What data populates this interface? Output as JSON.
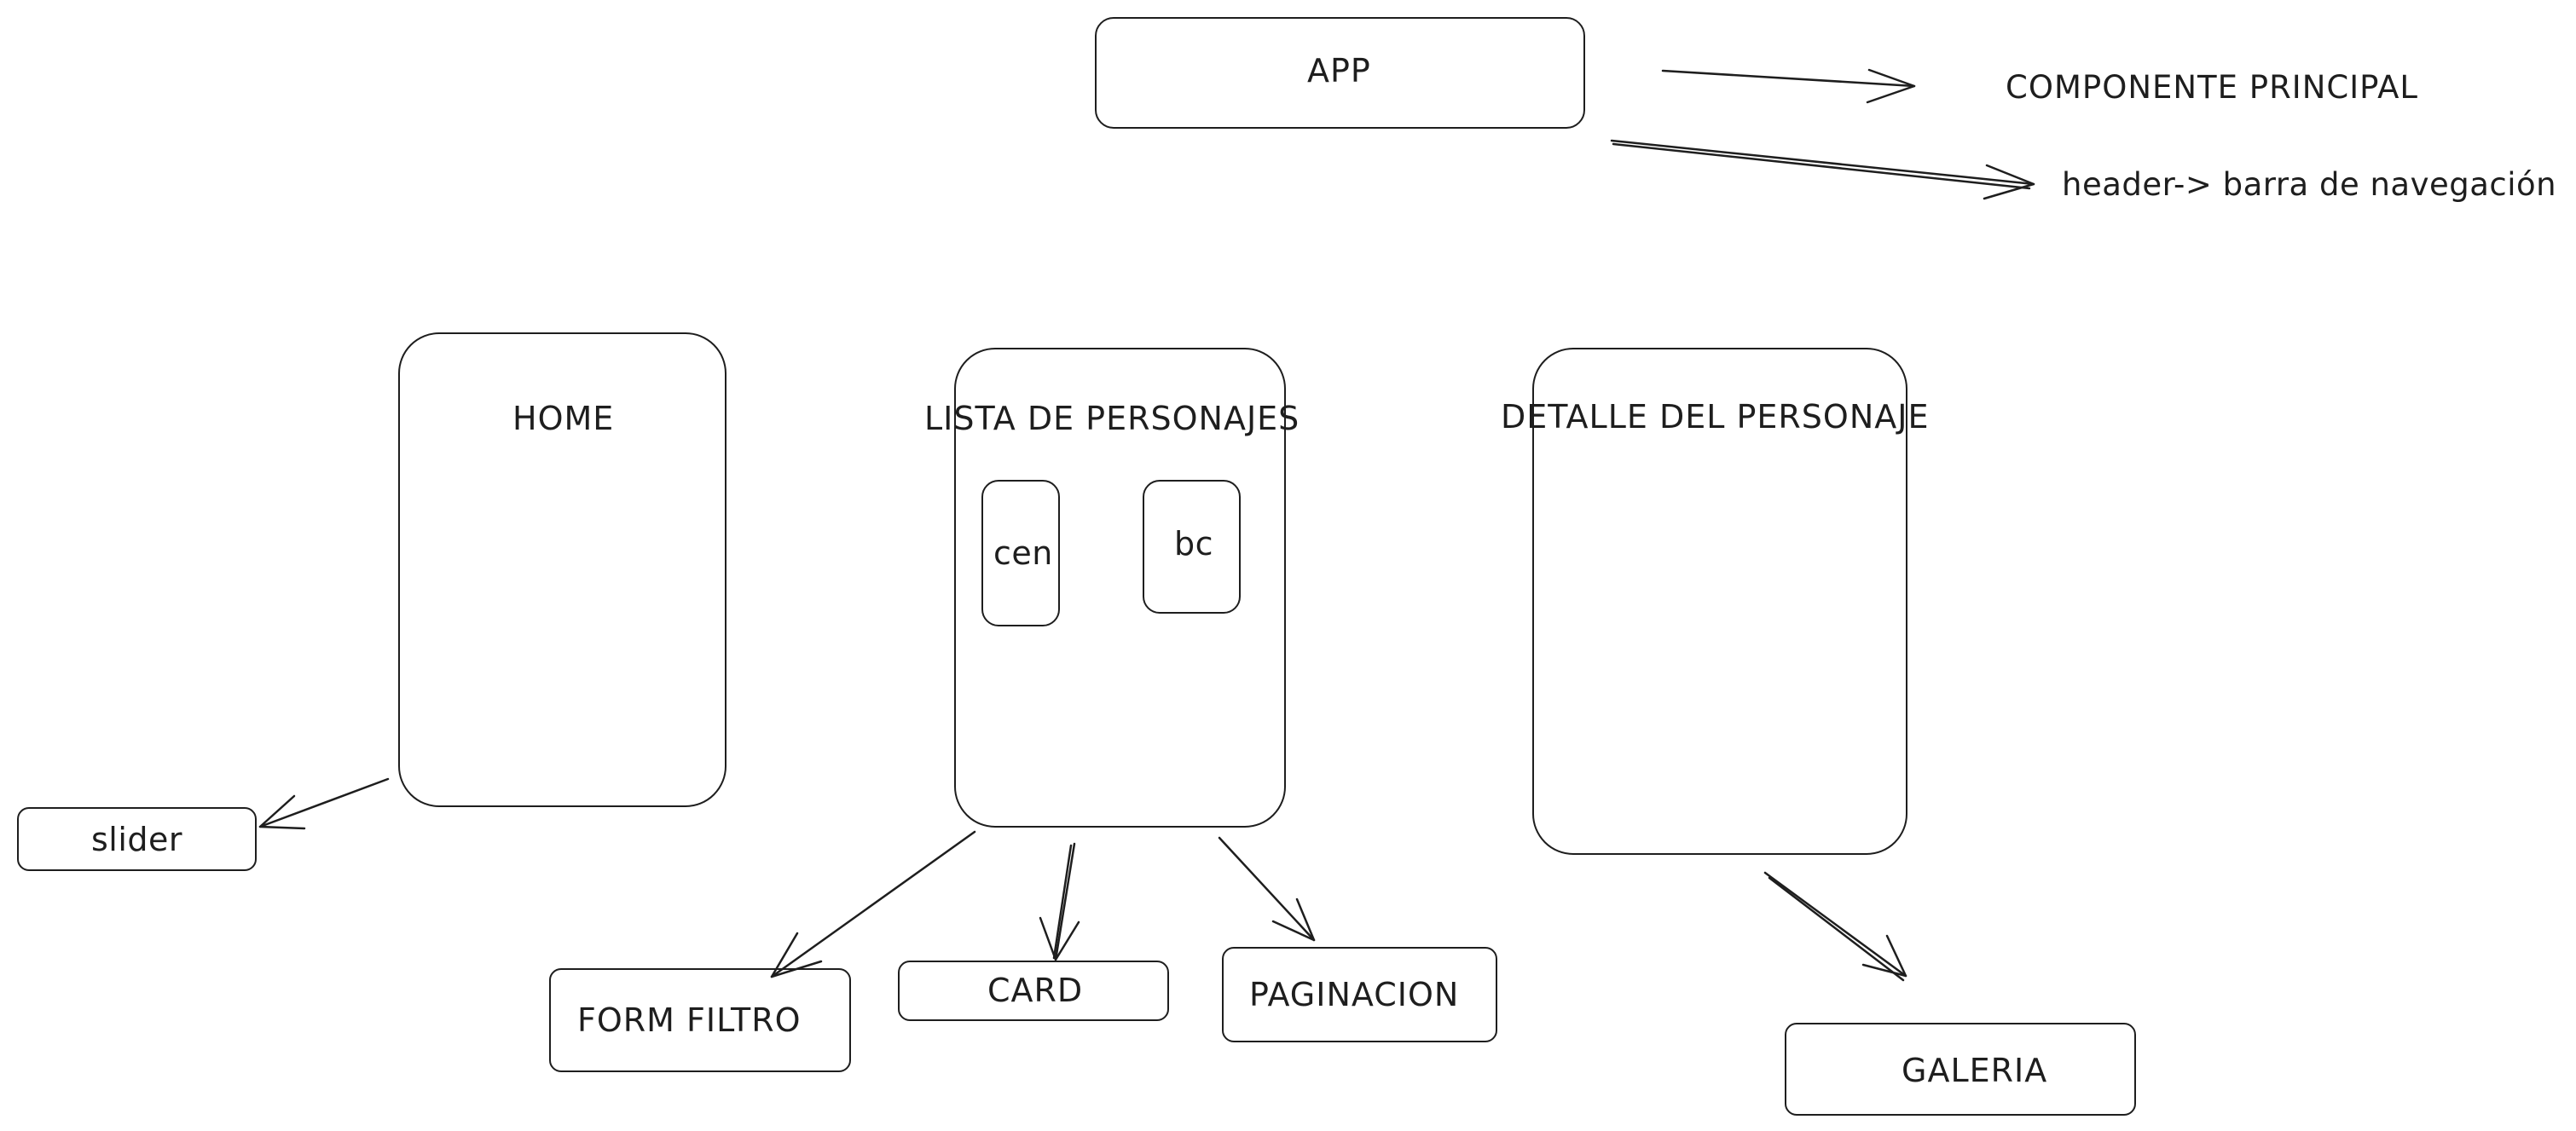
{
  "diagram": {
    "nodes": {
      "app": "APP",
      "home": "HOME",
      "lista": "LISTA DE PERSONAJES",
      "detalle": "DETALLE DEL PERSONAJE",
      "cen": "cen",
      "bc": "bc",
      "slider": "slider",
      "form_filtro": "FORM FILTRO",
      "card": "CARD",
      "paginacion": "PAGINACION",
      "galeria": "GALERIA"
    },
    "annotations": {
      "componente_principal": "COMPONENTE PRINCIPAL",
      "header": "header-> barra de navegación"
    },
    "edges": [
      {
        "from": "app",
        "to": "componente_principal"
      },
      {
        "from": "app",
        "to": "header"
      },
      {
        "from": "home",
        "to": "slider"
      },
      {
        "from": "lista",
        "to": "form_filtro"
      },
      {
        "from": "lista",
        "to": "card"
      },
      {
        "from": "lista",
        "to": "paginacion"
      },
      {
        "from": "detalle",
        "to": "galeria"
      }
    ]
  }
}
